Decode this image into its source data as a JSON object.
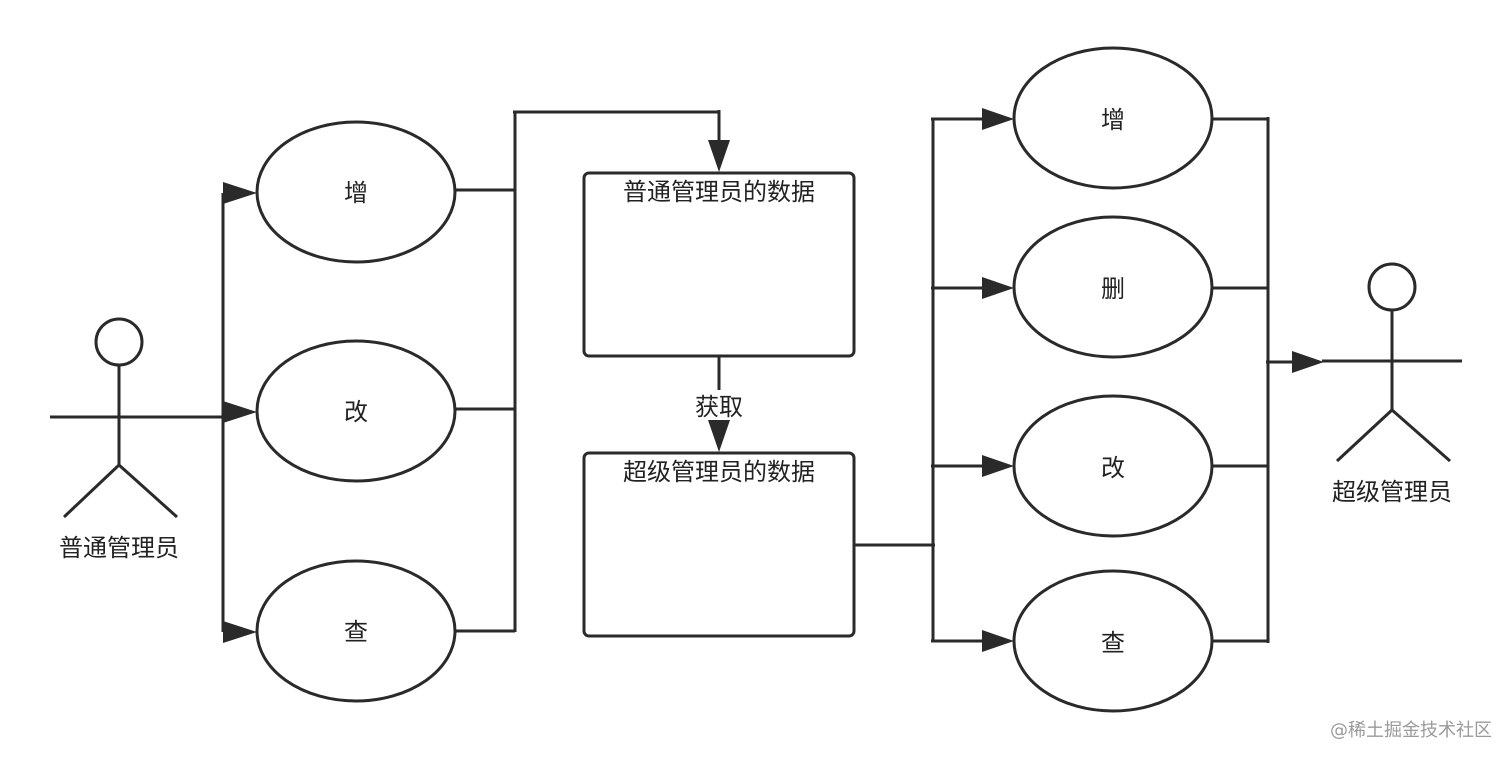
{
  "actors": {
    "normal_admin": "普通管理员",
    "super_admin": "超级管理员"
  },
  "normal_actions": {
    "add": "增",
    "edit": "改",
    "query": "查"
  },
  "super_actions": {
    "add": "增",
    "delete": "删",
    "edit": "改",
    "query": "查"
  },
  "boxes": {
    "normal_data": "普通管理员的数据",
    "super_data": "超级管理员的数据"
  },
  "edge_labels": {
    "fetch": "获取"
  },
  "watermark": "@稀土掘金技术社区",
  "colors": {
    "stroke": "#2a2a2a",
    "text": "#222222",
    "watermark": "#9a9a9a"
  }
}
